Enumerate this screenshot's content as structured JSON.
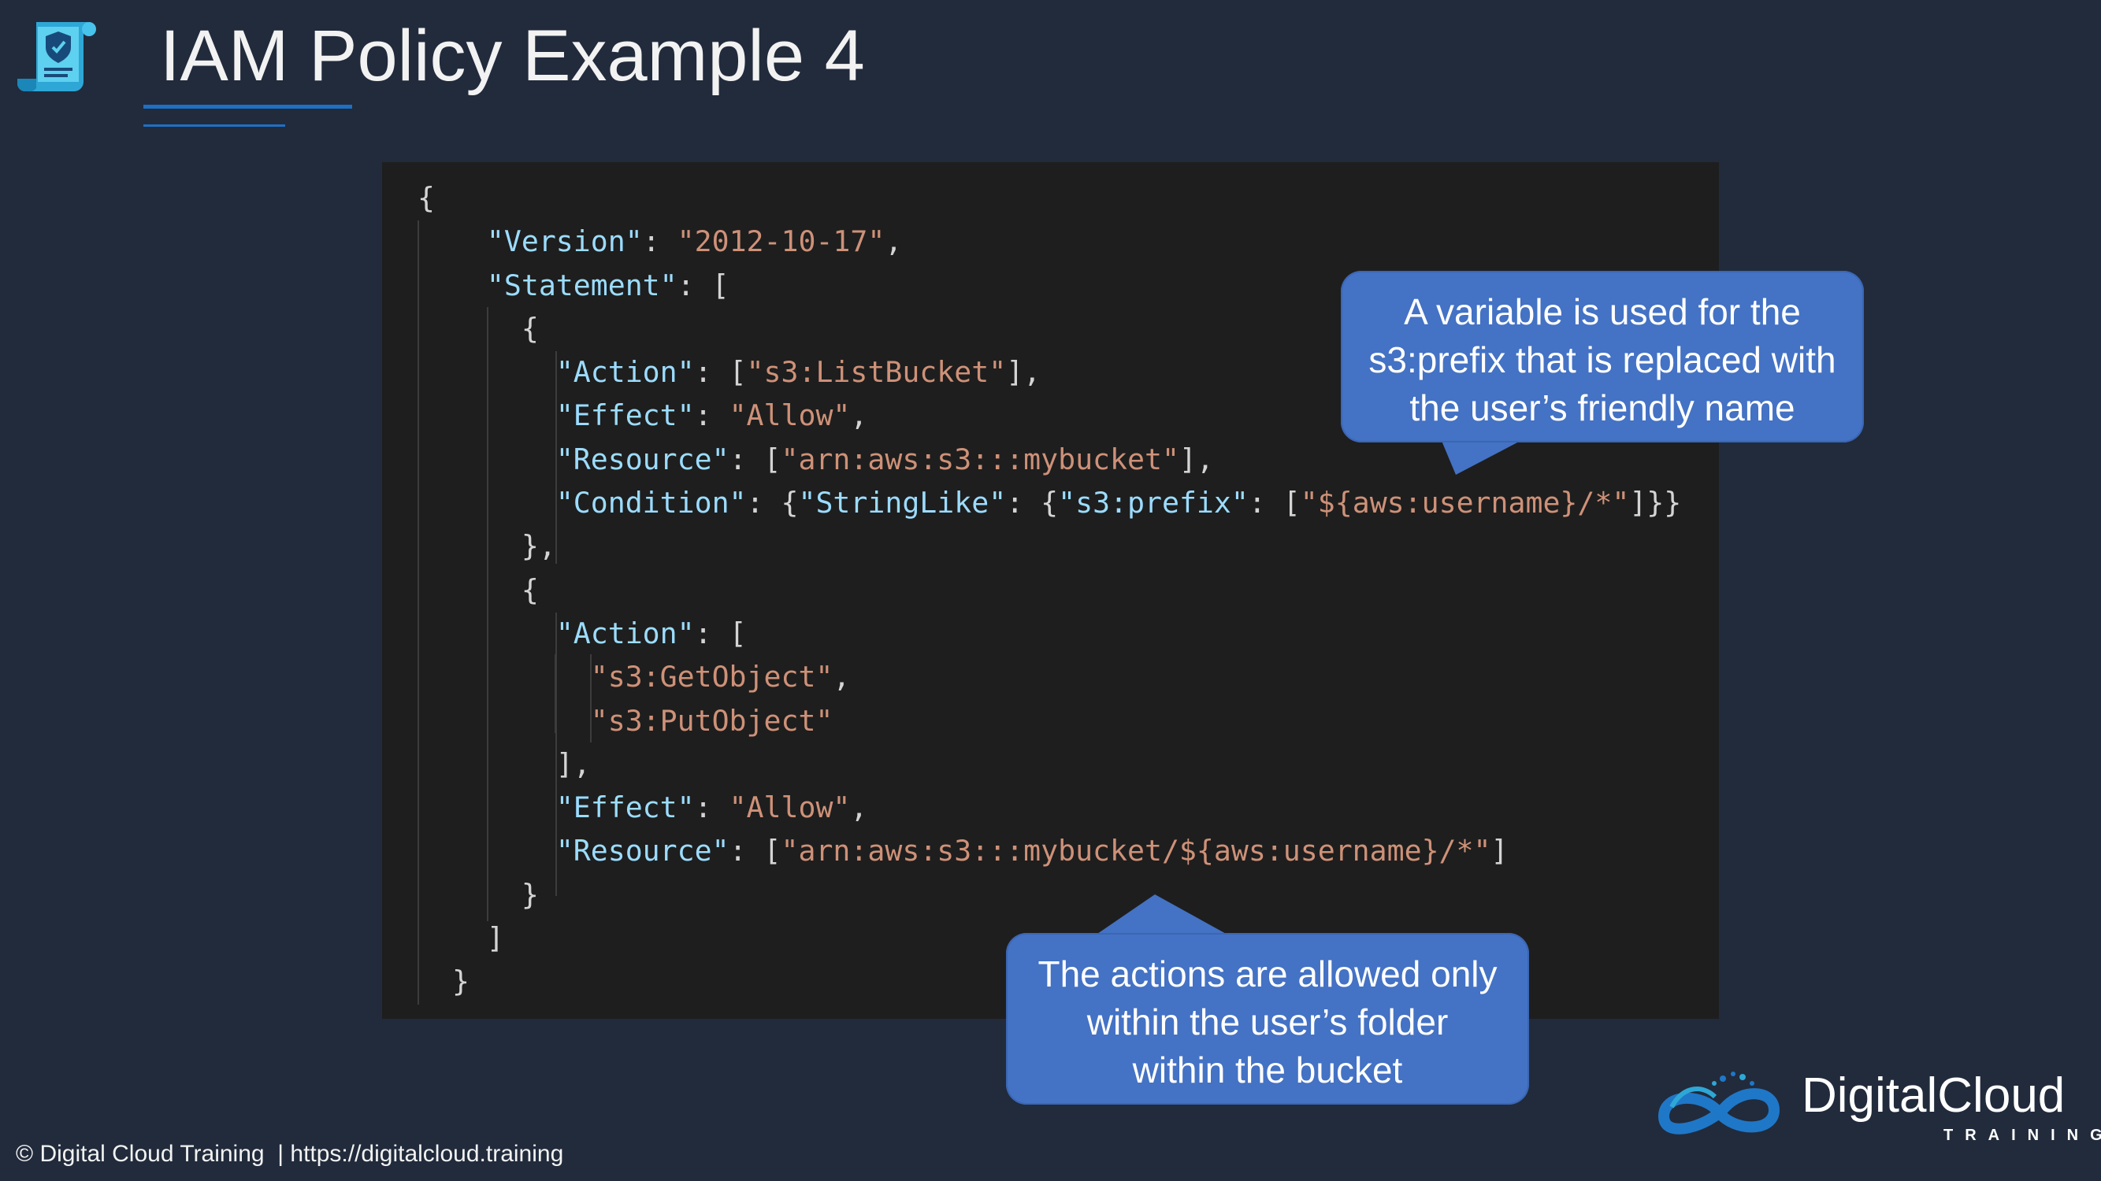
{
  "slide": {
    "title": "IAM Policy Example 4",
    "icon": "policy-document-shield-icon"
  },
  "code": {
    "lines": [
      [
        [
          "p",
          "{"
        ]
      ],
      [
        [
          "p",
          "    "
        ],
        [
          "k",
          "\"Version\""
        ],
        [
          "p",
          ": "
        ],
        [
          "s",
          "\"2012-10-17\""
        ],
        [
          "p",
          ","
        ]
      ],
      [
        [
          "p",
          "    "
        ],
        [
          "k",
          "\"Statement\""
        ],
        [
          "p",
          ": ["
        ]
      ],
      [
        [
          "p",
          "      {"
        ]
      ],
      [
        [
          "p",
          "        "
        ],
        [
          "k",
          "\"Action\""
        ],
        [
          "p",
          ": ["
        ],
        [
          "s",
          "\"s3:ListBucket\""
        ],
        [
          "p",
          "],"
        ]
      ],
      [
        [
          "p",
          "        "
        ],
        [
          "k",
          "\"Effect\""
        ],
        [
          "p",
          ": "
        ],
        [
          "s",
          "\"Allow\""
        ],
        [
          "p",
          ","
        ]
      ],
      [
        [
          "p",
          "        "
        ],
        [
          "k",
          "\"Resource\""
        ],
        [
          "p",
          ": ["
        ],
        [
          "s",
          "\"arn:aws:s3:::mybucket\""
        ],
        [
          "p",
          "],"
        ]
      ],
      [
        [
          "p",
          "        "
        ],
        [
          "k",
          "\"Condition\""
        ],
        [
          "p",
          ": {"
        ],
        [
          "k",
          "\"StringLike\""
        ],
        [
          "p",
          ": {"
        ],
        [
          "k",
          "\"s3:prefix\""
        ],
        [
          "p",
          ": ["
        ],
        [
          "s",
          "\"${aws:username}/*\""
        ],
        [
          "p",
          "]}}"
        ]
      ],
      [
        [
          "p",
          "      },"
        ]
      ],
      [
        [
          "p",
          "      {"
        ]
      ],
      [
        [
          "p",
          "        "
        ],
        [
          "k",
          "\"Action\""
        ],
        [
          "p",
          ": ["
        ]
      ],
      [
        [
          "p",
          "          "
        ],
        [
          "s",
          "\"s3:GetObject\""
        ],
        [
          "p",
          ","
        ]
      ],
      [
        [
          "p",
          "          "
        ],
        [
          "s",
          "\"s3:PutObject\""
        ]
      ],
      [
        [
          "p",
          "        ],"
        ]
      ],
      [
        [
          "p",
          "        "
        ],
        [
          "k",
          "\"Effect\""
        ],
        [
          "p",
          ": "
        ],
        [
          "s",
          "\"Allow\""
        ],
        [
          "p",
          ","
        ]
      ],
      [
        [
          "p",
          "        "
        ],
        [
          "k",
          "\"Resource\""
        ],
        [
          "p",
          ": ["
        ],
        [
          "s",
          "\"arn:aws:s3:::mybucket/${aws:username}/*\""
        ],
        [
          "p",
          "]"
        ]
      ],
      [
        [
          "p",
          "      }"
        ]
      ],
      [
        [
          "p",
          "    ]"
        ]
      ],
      [
        [
          "p",
          "  }"
        ]
      ]
    ],
    "colors": {
      "key": "#9cdcfe",
      "string": "#ce9178",
      "punctuation": "#d4d4d4",
      "background": "#1e1e1e"
    }
  },
  "callouts": {
    "variable_note": "A variable is used for the s3:prefix that is replaced with the user’s friendly name",
    "variable_note_lines": [
      "A variable is used for the",
      "s3:prefix that is replaced with",
      "the user’s friendly name"
    ],
    "actions_note_lines": [
      "The actions are allowed only",
      "within the user’s folder",
      "within the bucket"
    ]
  },
  "footer": {
    "copyright": "© Digital Cloud Training  | https://digitalcloud.training"
  },
  "logo": {
    "name": "DigitalCloud",
    "subtitle": "TRAINING",
    "icon": "digitalcloud-infinity-cloud-icon"
  },
  "theme": {
    "background": "#212b3c",
    "accent": "#1f6fc5",
    "callout": "#4472c4"
  }
}
